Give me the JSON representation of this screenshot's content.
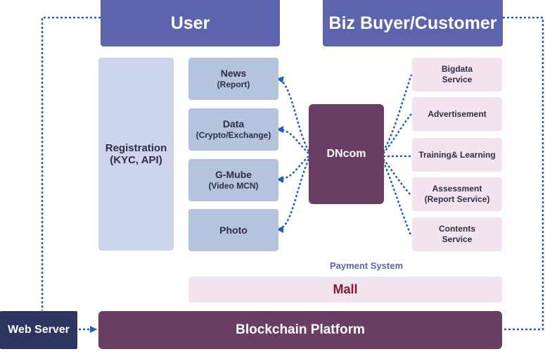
{
  "headers": {
    "user": "User",
    "biz": "Biz Buyer/Customer"
  },
  "registration": {
    "title": "Registration",
    "sub": "(KYC, API)"
  },
  "services_left": [
    {
      "title": "News",
      "sub": "(Report)"
    },
    {
      "title": "Data",
      "sub": "(Crypto/Exchange)"
    },
    {
      "title": "G-Mube",
      "sub": "(Video MCN)"
    },
    {
      "title": "Photo",
      "sub": ""
    }
  ],
  "center": {
    "label": "DNcom"
  },
  "services_right": [
    {
      "line1": "Bigdata",
      "line2": "Service"
    },
    {
      "line1": "Advertisement",
      "line2": ""
    },
    {
      "line1": "Training& Learning",
      "line2": ""
    },
    {
      "line1": "Assessment",
      "line2": "(Report Service)"
    },
    {
      "line1": "Contents",
      "line2": "Service"
    }
  ],
  "payment": {
    "label": "Payment System"
  },
  "mall": {
    "label": "Mall"
  },
  "blockchain": {
    "label": "Blockchain Platform"
  },
  "webserver": {
    "label": "Web Server"
  },
  "colors": {
    "header": "#5b64ad",
    "registration": "#cdd5ec",
    "service_left": "#b6c3dd",
    "dncom": "#6a3e64",
    "service_right": "#f3e3ef",
    "mall_text": "#7b1b2b",
    "blockchain": "#6a3e64",
    "webserver": "#2d3560",
    "connector": "#1f5fb8"
  }
}
